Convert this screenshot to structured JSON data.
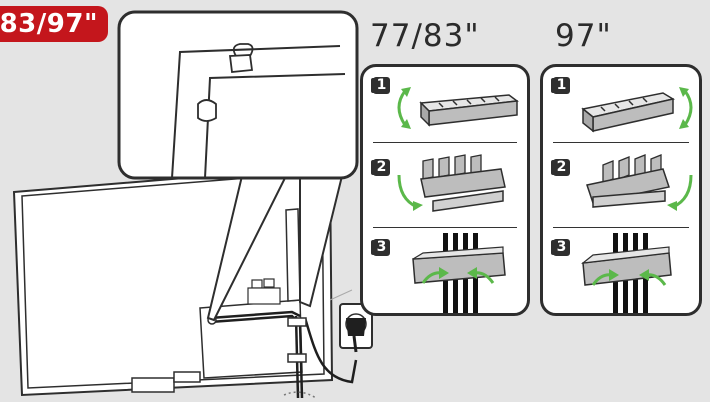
{
  "badge": {
    "text": "83/97\""
  },
  "panels": [
    {
      "title": "77/83\"",
      "steps": [
        "1",
        "2",
        "3"
      ]
    },
    {
      "title": "97\"",
      "steps": [
        "1",
        "2",
        "3"
      ]
    }
  ],
  "colors": {
    "badge_red": "#c4161c",
    "arrow_green": "#5bb84a",
    "clip_gray": "#bdbdbd",
    "background": "#e4e4e4",
    "outline": "#2e2e2e"
  },
  "icons": [
    "cable-clip-icon",
    "rotate-arrow-icon",
    "power-plug-icon",
    "wall-socket-icon",
    "cables-icon"
  ]
}
